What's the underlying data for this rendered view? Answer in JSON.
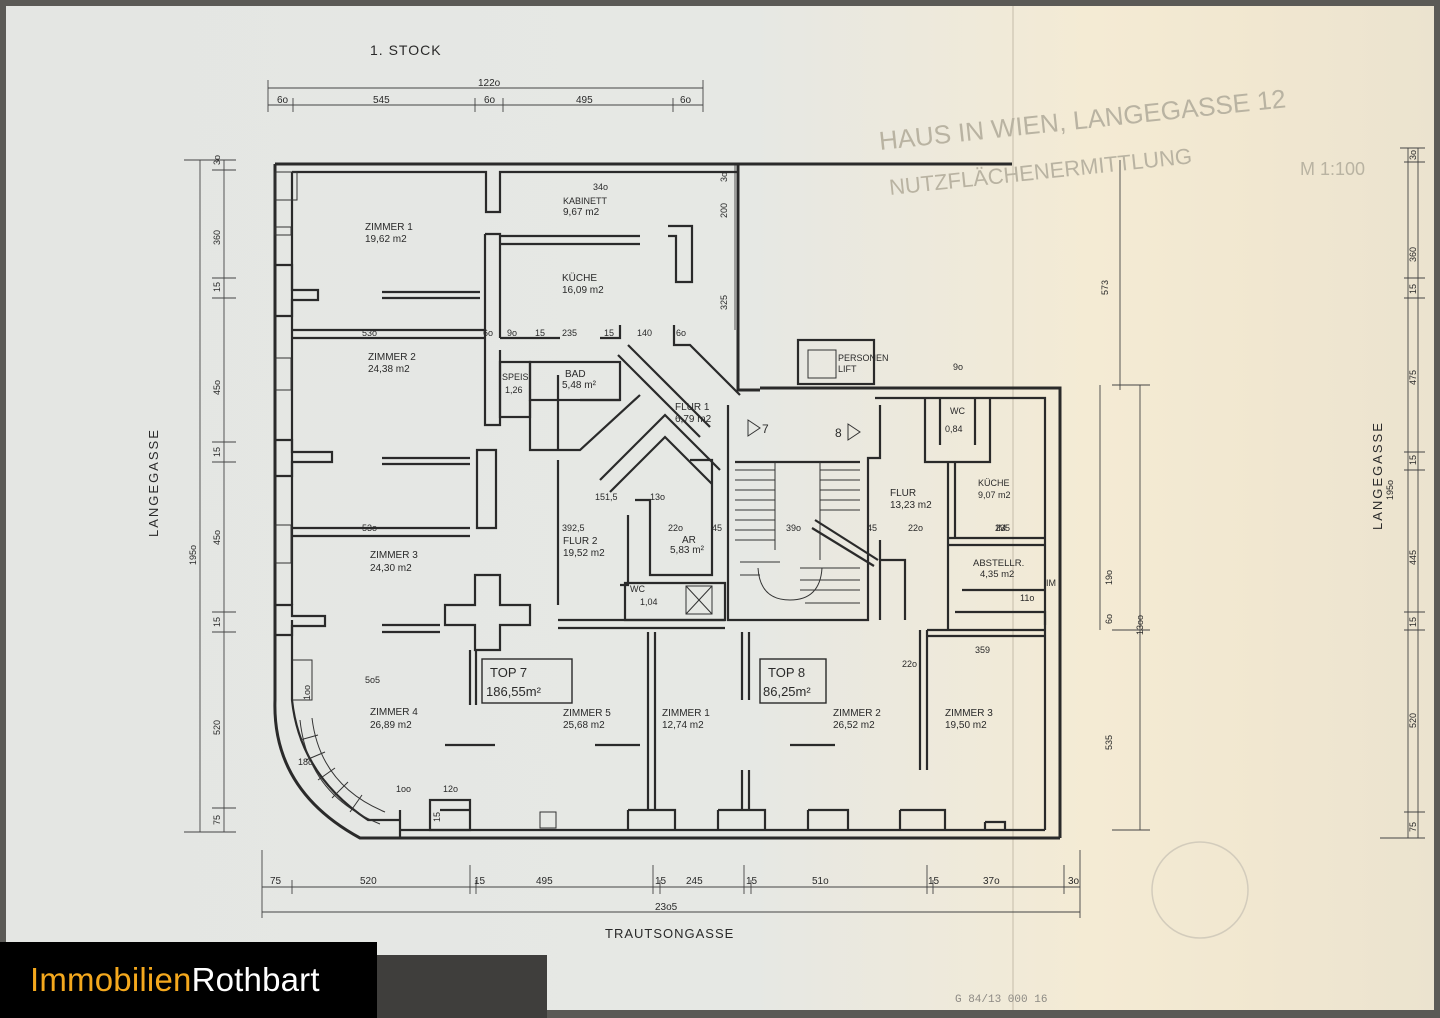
{
  "floor_title": "1. STOCK",
  "streets": {
    "left": "LANGEGASSE",
    "right": "LANGEGASSE",
    "bottom": "TRAUTSONGASSE"
  },
  "top_units": [
    {
      "label": "TOP 7",
      "area": "186,55m²"
    },
    {
      "label": "TOP 8",
      "area": "86,25m²"
    }
  ],
  "rooms": [
    {
      "name": "ZIMMER 1",
      "area": "19,62 m2"
    },
    {
      "name": "KABINETT",
      "area": "9,67  m2"
    },
    {
      "name": "KÜCHE",
      "area": "16,09 m2"
    },
    {
      "name": "ZIMMER 2",
      "area": "24,38 m2"
    },
    {
      "name": "SPEIS",
      "area": "1,26"
    },
    {
      "name": "BAD",
      "area": "5,48 m²"
    },
    {
      "name": "FLUR 1",
      "area": "6,79 m2"
    },
    {
      "name": "FLUR 2",
      "area": "19,52 m2"
    },
    {
      "name": "AR",
      "area": "5,83 m²"
    },
    {
      "name": "WC",
      "area": "1,04"
    },
    {
      "name": "ZIMMER 3",
      "area": "24,30 m2"
    },
    {
      "name": "ZIMMER 4",
      "area": "26,89 m2"
    },
    {
      "name": "ZIMMER 5",
      "area": "25,68 m2"
    },
    {
      "name": "ZIMMER 1",
      "area": "12,74 m2"
    },
    {
      "name": "ZIMMER 2",
      "area": "26,52 m2"
    },
    {
      "name": "ZIMMER 3",
      "area": "19,50 m2"
    },
    {
      "name": "FLUR",
      "area": "13,23 m2"
    },
    {
      "name": "KÜCHE",
      "area": "9,07 m2"
    },
    {
      "name": "ABSTELLR.",
      "area": "4,35 m2"
    },
    {
      "name": "WC",
      "area": "0,84"
    },
    {
      "name": "PERSONEN",
      "area": "LIFT"
    }
  ],
  "markers": [
    "7",
    "8"
  ],
  "dims_top": [
    "122o",
    "6o",
    "545",
    "6o",
    "495",
    "6o"
  ],
  "dims_bottom": [
    "75",
    "520",
    "15",
    "495",
    "15",
    "245",
    "15",
    "51o",
    "15",
    "37o",
    "3o",
    "23o5"
  ],
  "dims_left": [
    "3o",
    "360",
    "15",
    "45o",
    "15",
    "45o",
    "15",
    "520",
    "75",
    "195o"
  ],
  "dims_right": [
    "3o",
    "360",
    "15",
    "475",
    "15",
    "445",
    "15",
    "520",
    "75",
    "195o"
  ],
  "dims_inner": [
    "34o",
    "200",
    "3o",
    "325",
    "573",
    "53o",
    "53o",
    "5o5",
    "6o",
    "9o",
    "15",
    "235",
    "15",
    "140",
    "6o",
    "392,5",
    "151,5",
    "13o",
    "22o",
    "39o",
    "22o",
    "235",
    "45",
    "45",
    "359",
    "22o",
    "535",
    "13oo",
    "19o",
    "6o",
    "9o",
    "IM",
    "IM",
    "11o",
    "12o",
    "1oo",
    "18o",
    "15",
    "1oo"
  ],
  "faint_notes": [
    "HAUS IN WIEN, LANGEGASSE 12",
    "NUTZFLÄCHENERMITTLUNG",
    "M 1:100"
  ],
  "doc_code": "G 84/13 000 16"
}
